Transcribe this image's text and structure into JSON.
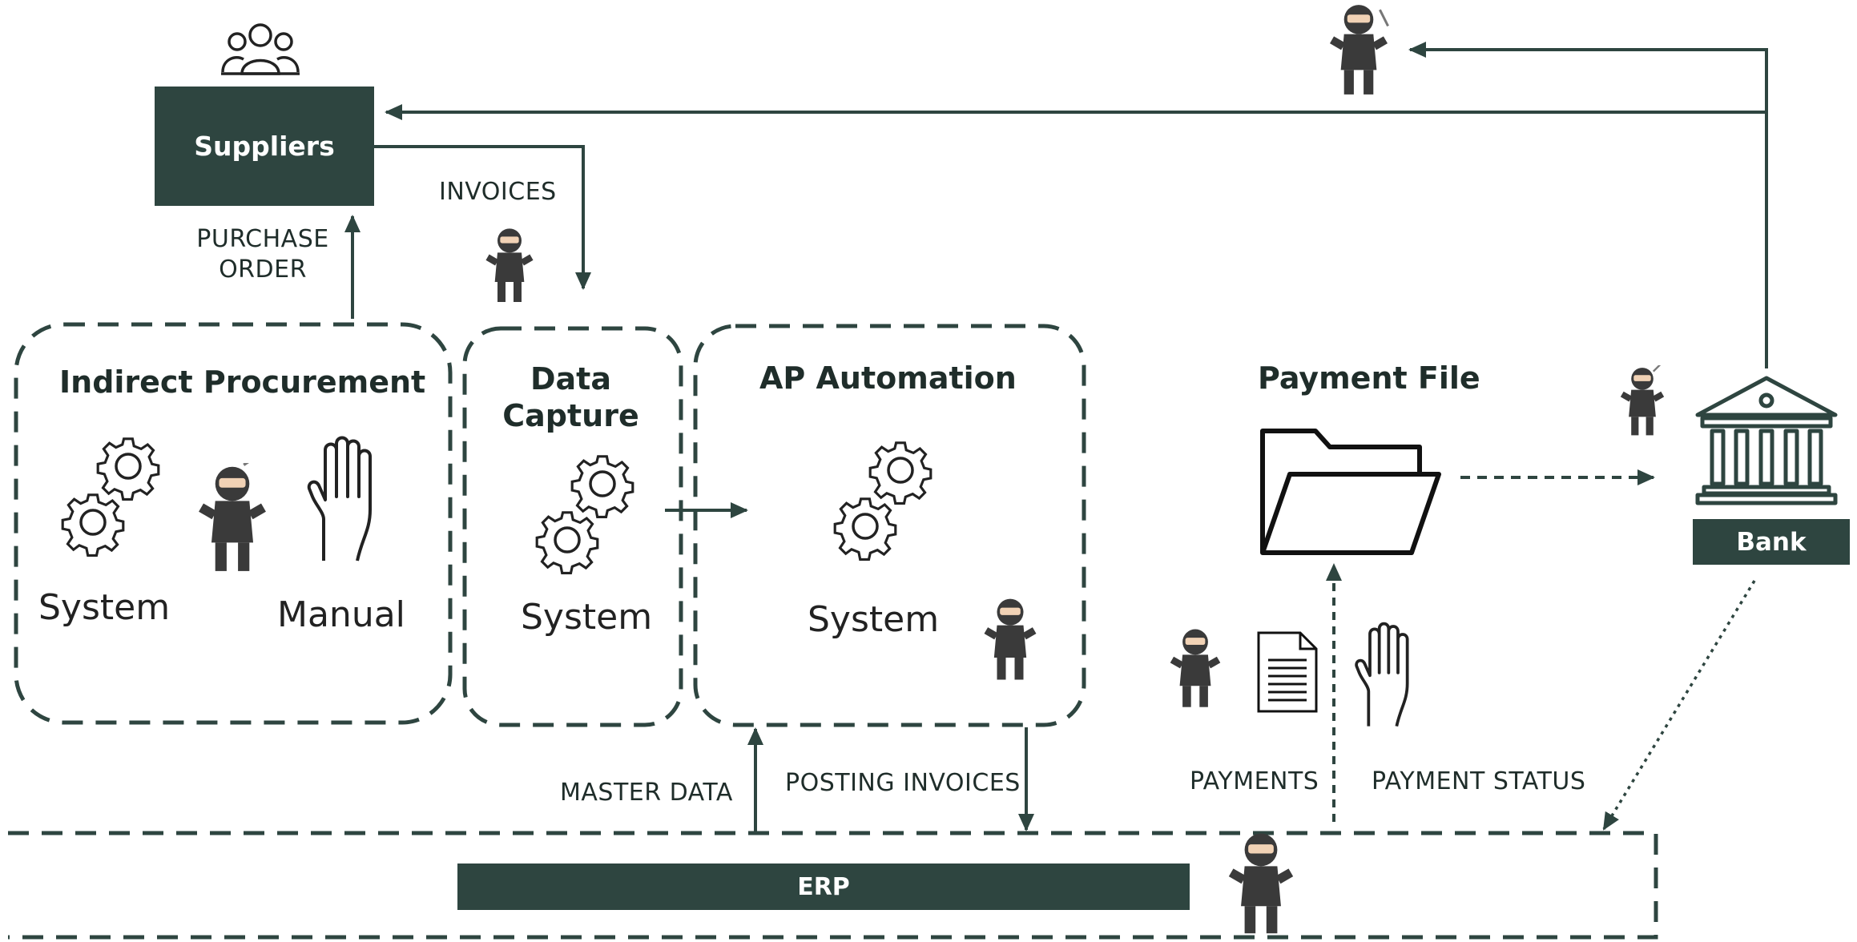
{
  "nodes": {
    "suppliers": "Suppliers",
    "indirect_procurement": "Indirect Procurement",
    "data_capture_line1": "Data",
    "data_capture_line2": "Capture",
    "ap_automation": "AP Automation",
    "payment_file": "Payment File",
    "bank": "Bank",
    "erp": "ERP"
  },
  "sub_labels": {
    "procurement_system": "System",
    "procurement_manual": "Manual",
    "data_capture_system": "System",
    "ap_system": "System"
  },
  "edges": {
    "invoices": "INVOICES",
    "purchase_order_line1": "PURCHASE",
    "purchase_order_line2": "ORDER",
    "master_data": "MASTER DATA",
    "posting_invoices": "POSTING INVOICES",
    "payments": "PAYMENTS",
    "payment_status": "PAYMENT STATUS"
  },
  "colors": {
    "dark_green": "#2e4540",
    "line": "#2e4540"
  },
  "icons": [
    "users-icon",
    "gears-icon",
    "hand-icon",
    "folder-icon",
    "document-icon",
    "bank-icon",
    "ninja-icon"
  ]
}
